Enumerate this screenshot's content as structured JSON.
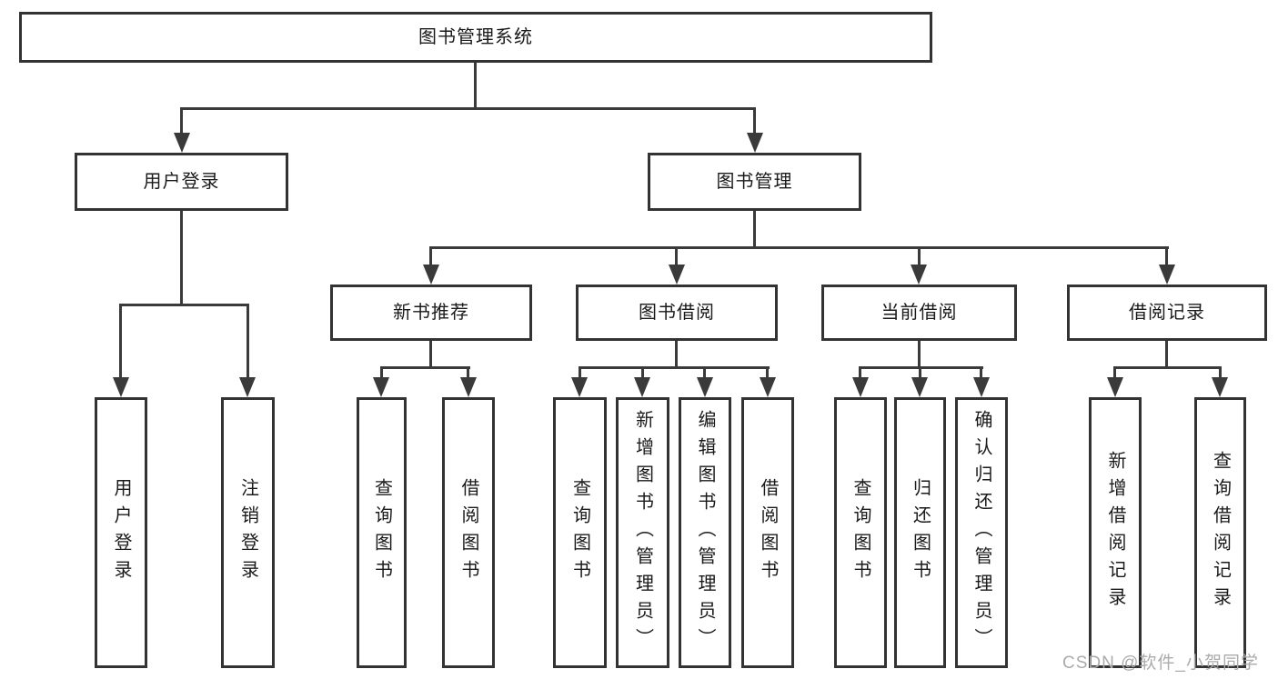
{
  "colors": {
    "background": "#ffffff",
    "line": "#3a3a3a",
    "box_border": "#333333",
    "box_fill": "#ffffff",
    "label_text": "#1a1a1a",
    "watermark_text": "#ababab"
  },
  "watermark": {
    "text": "CSDN @软件_小贺同学"
  },
  "tree": {
    "root": {
      "label": "图书管理系统"
    },
    "branches": [
      {
        "label": "用户登录",
        "children": [
          {
            "label": "用户登录"
          },
          {
            "label": "注销登录"
          }
        ]
      },
      {
        "label": "图书管理",
        "children": [
          {
            "label": "新书推荐",
            "children": [
              {
                "label": "查询图书"
              },
              {
                "label": "借阅图书"
              }
            ]
          },
          {
            "label": "图书借阅",
            "children": [
              {
                "label": "查询图书"
              },
              {
                "label": "新增图书（管理员）"
              },
              {
                "label": "编辑图书（管理员）"
              },
              {
                "label": "借阅图书"
              }
            ]
          },
          {
            "label": "当前借阅",
            "children": [
              {
                "label": "查询图书"
              },
              {
                "label": "归还图书"
              },
              {
                "label": "确认归还（管理员）"
              }
            ]
          },
          {
            "label": "借阅记录",
            "children": [
              {
                "label": "新增借阅记录"
              },
              {
                "label": "查询借阅记录"
              }
            ]
          }
        ]
      }
    ]
  }
}
